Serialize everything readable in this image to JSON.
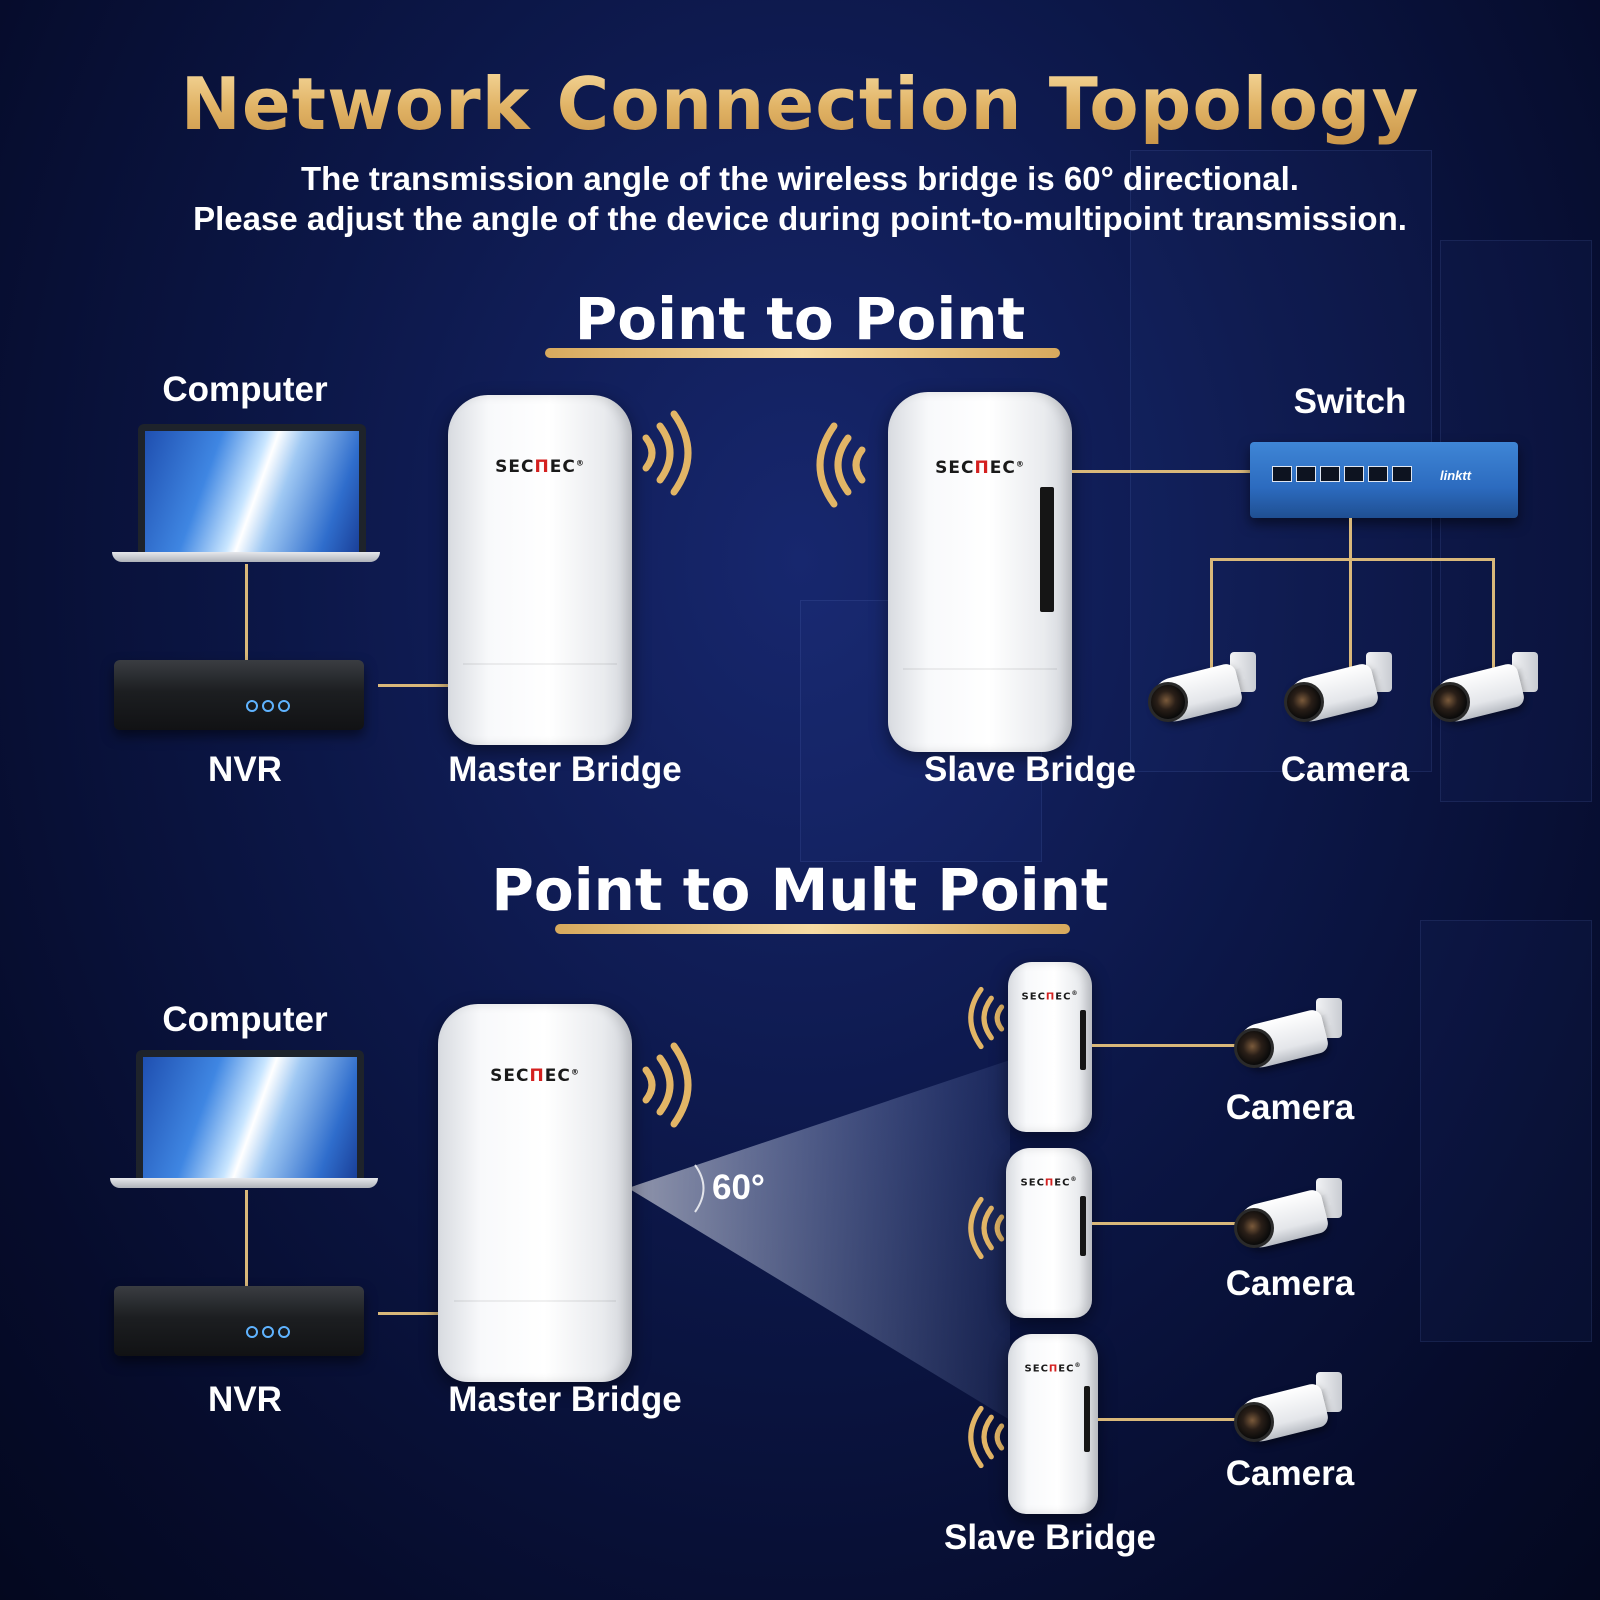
{
  "title": "Network Connection Topology",
  "subtitle": {
    "line1": "The transmission angle of the wireless bridge is 60° directional.",
    "line2": "Please adjust the angle of the device during point-to-multipoint transmission."
  },
  "brand": {
    "prefix": "SEC",
    "mid": "П",
    "suffix": "EC",
    "mark": "®"
  },
  "switch_brand": "linktt",
  "colors": {
    "accent_gold": "#e0b264",
    "background": "#0c1748",
    "brand_red": "#d4201f",
    "switch_blue": "#2c6bbf"
  },
  "point_to_point": {
    "heading": "Point to Point",
    "labels": {
      "computer": "Computer",
      "nvr": "NVR",
      "master_bridge": "Master Bridge",
      "slave_bridge": "Slave Bridge",
      "switch": "Switch",
      "camera": "Camera"
    }
  },
  "point_to_multipoint": {
    "heading": "Point to Mult Point",
    "angle": "60°",
    "labels": {
      "computer": "Computer",
      "nvr": "NVR",
      "master_bridge": "Master Bridge",
      "slave_bridge": "Slave Bridge",
      "cameras": [
        "Camera",
        "Camera",
        "Camera"
      ]
    }
  },
  "icons": [
    "laptop-icon",
    "nvr-icon",
    "bridge-icon",
    "wifi-signal-icon",
    "switch-icon",
    "camera-icon"
  ]
}
